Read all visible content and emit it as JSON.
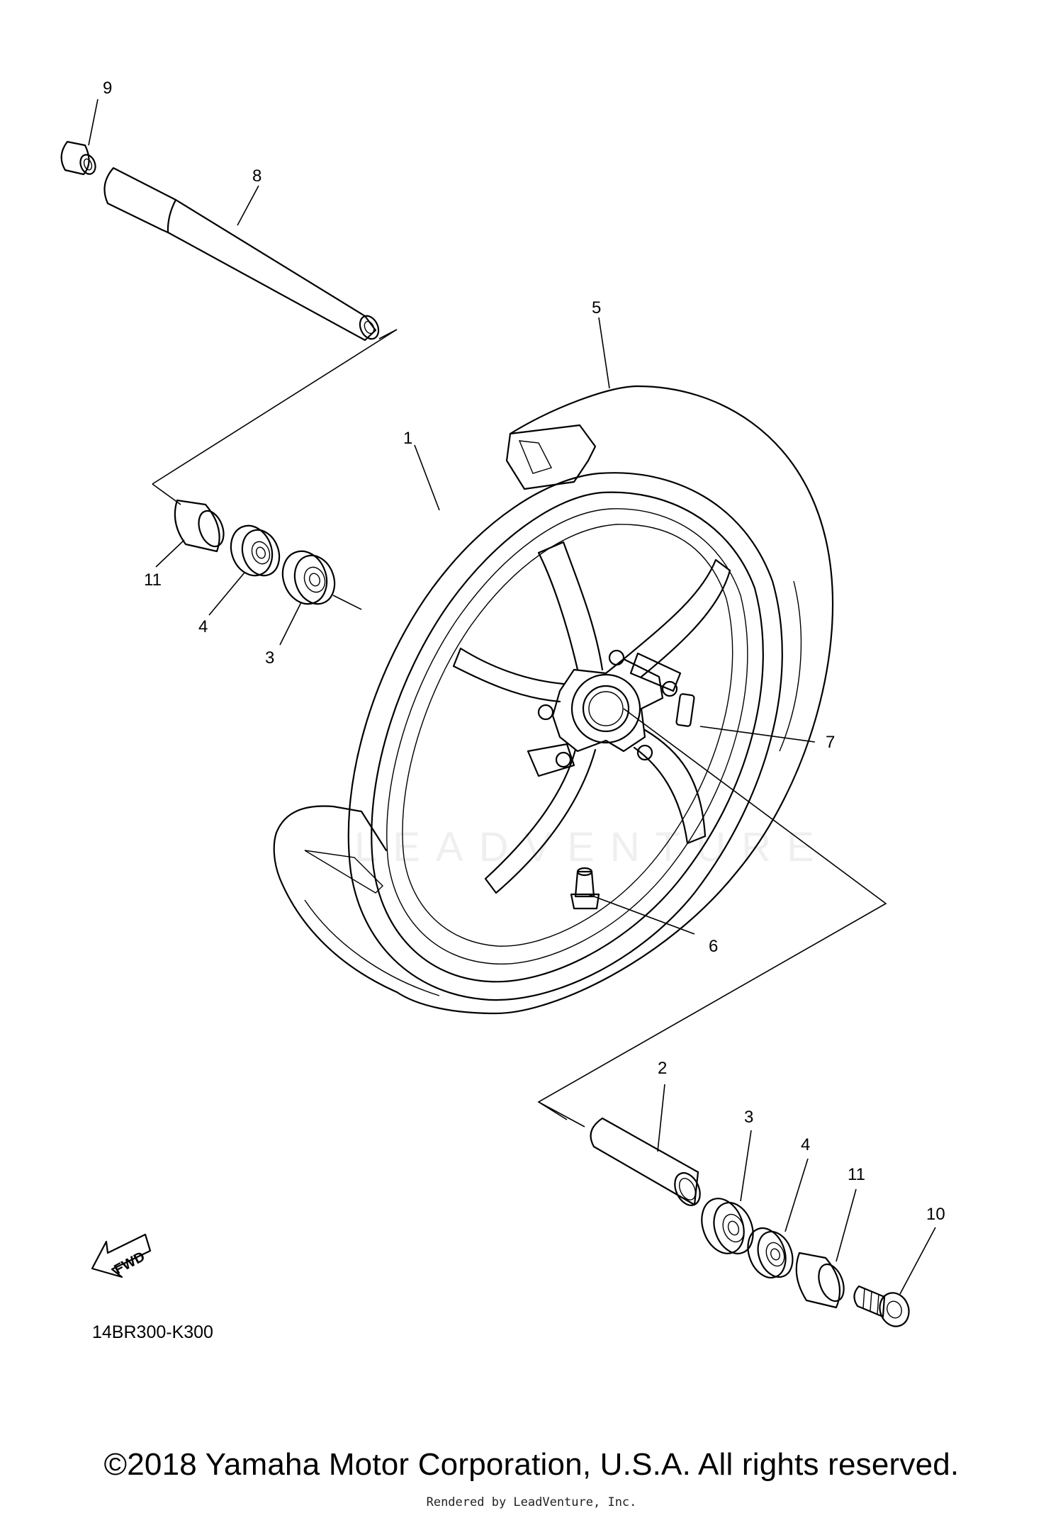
{
  "diagram": {
    "model_code": "14BR300-K300",
    "watermark": "LEADVENTURE",
    "fwd_label": "FWD",
    "copyright": "©2018 Yamaha Motor Corporation, U.S.A. All rights reserved.",
    "rendered_by": "Rendered by LeadVenture, Inc.",
    "callouts": {
      "c1": "1",
      "c2": "2",
      "c3a": "3",
      "c3b": "3",
      "c4a": "4",
      "c4b": "4",
      "c5": "5",
      "c6": "6",
      "c7": "7",
      "c8": "8",
      "c9": "9",
      "c10": "10",
      "c11a": "11",
      "c11b": "11"
    }
  }
}
